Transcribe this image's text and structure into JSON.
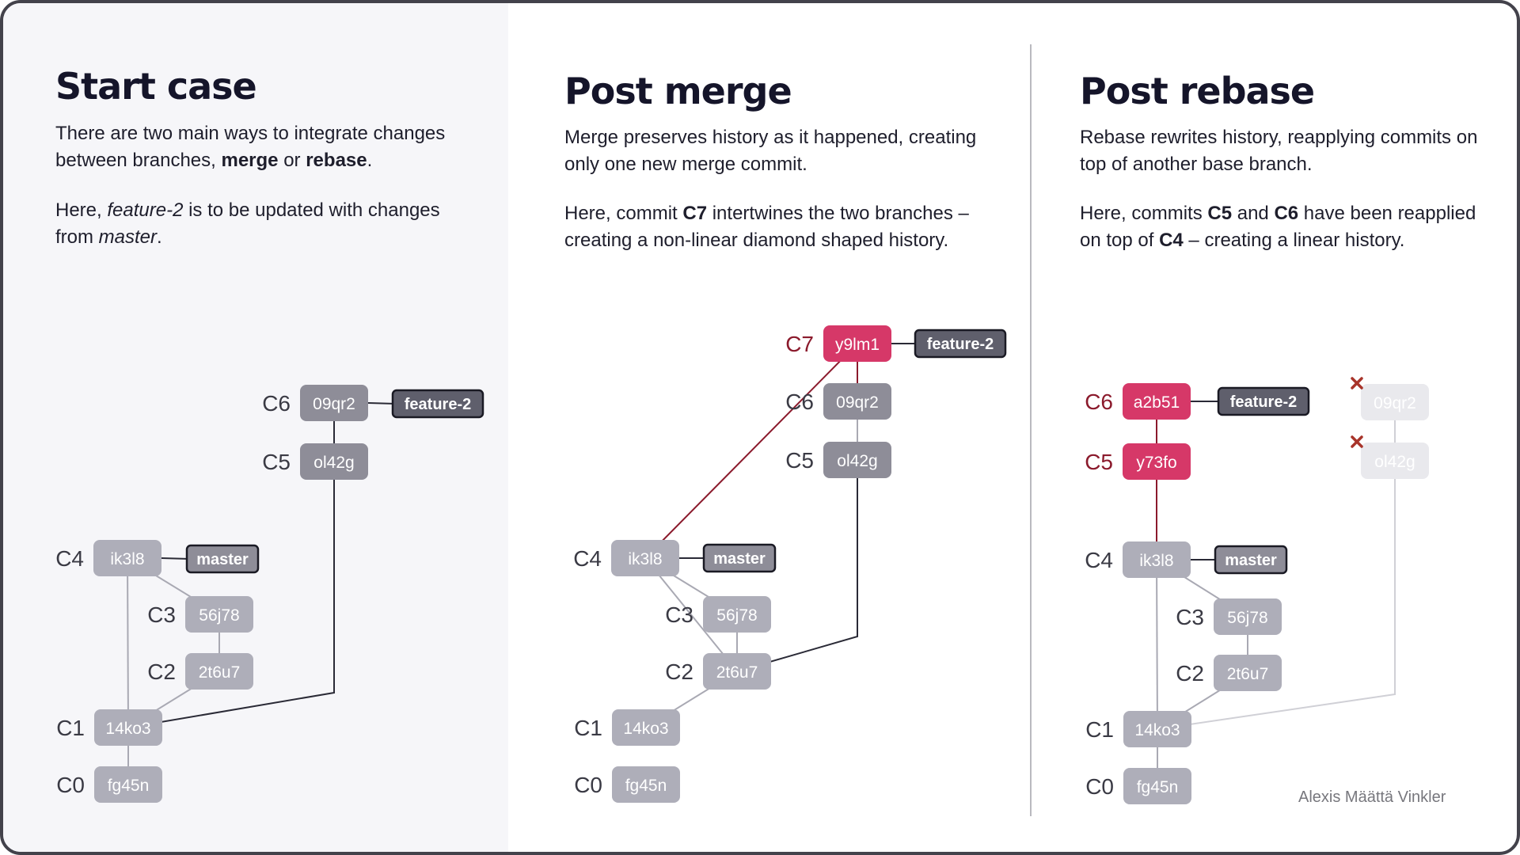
{
  "panels": [
    {
      "title": "Start case",
      "p1": [
        "There are two main ways to integrate changes between branches, ",
        "merge",
        " or ",
        "rebase",
        "."
      ],
      "p2": [
        "Here, ",
        "feature-2",
        " is to be updated with changes from ",
        "master",
        "."
      ]
    },
    {
      "title": "Post merge",
      "p1": [
        "Merge preserves history as it happened, creating only one new merge commit."
      ],
      "p2": [
        "Here, commit ",
        "C7",
        " intertwines the two branches – creating a non-linear diamond shaped history."
      ]
    },
    {
      "title": "Post rebase",
      "p1": [
        "Rebase rewrites history, reapplying commits on top of another base branch."
      ],
      "p2": [
        "Here, commits ",
        "C5",
        " and ",
        "C6",
        " have been reapplied on top of ",
        "C4",
        " – creating a linear history."
      ]
    }
  ],
  "graphs": [
    {
      "commits": [
        {
          "id": "C6",
          "hash": "09qr2",
          "style": "normal"
        },
        {
          "id": "C5",
          "hash": "ol42g",
          "style": "normal"
        },
        {
          "id": "C4",
          "hash": "ik3l8",
          "style": "light"
        },
        {
          "id": "C3",
          "hash": "56j78",
          "style": "light"
        },
        {
          "id": "C2",
          "hash": "2t6u7",
          "style": "light"
        },
        {
          "id": "C1",
          "hash": "14ko3",
          "style": "light"
        },
        {
          "id": "C0",
          "hash": "fg45n",
          "style": "light"
        }
      ],
      "branches": [
        {
          "name": "feature-2",
          "style": "dark",
          "on": "C6"
        },
        {
          "name": "master",
          "style": "gray",
          "on": "C4"
        }
      ]
    },
    {
      "commits": [
        {
          "id": "C7",
          "hash": "y9lm1",
          "style": "red"
        },
        {
          "id": "C6",
          "hash": "09qr2",
          "style": "normal"
        },
        {
          "id": "C5",
          "hash": "ol42g",
          "style": "normal"
        },
        {
          "id": "C4",
          "hash": "ik3l8",
          "style": "light"
        },
        {
          "id": "C3",
          "hash": "56j78",
          "style": "light"
        },
        {
          "id": "C2",
          "hash": "2t6u7",
          "style": "light"
        },
        {
          "id": "C1",
          "hash": "14ko3",
          "style": "light"
        },
        {
          "id": "C0",
          "hash": "fg45n",
          "style": "light"
        }
      ],
      "branches": [
        {
          "name": "feature-2",
          "style": "dark",
          "on": "C7"
        },
        {
          "name": "master",
          "style": "gray",
          "on": "C4"
        }
      ]
    },
    {
      "commits": [
        {
          "id": "C6",
          "hash": "a2b51",
          "style": "red"
        },
        {
          "id": "C5",
          "hash": "y73fo",
          "style": "red"
        },
        {
          "id": "C4",
          "hash": "ik3l8",
          "style": "light"
        },
        {
          "id": "C3",
          "hash": "56j78",
          "style": "light"
        },
        {
          "id": "C2",
          "hash": "2t6u7",
          "style": "light"
        },
        {
          "id": "C1",
          "hash": "14ko3",
          "style": "light"
        },
        {
          "id": "C0",
          "hash": "fg45n",
          "style": "light"
        },
        {
          "id": "",
          "hash": "09qr2",
          "style": "ghost",
          "removed": true
        },
        {
          "id": "",
          "hash": "ol42g",
          "style": "ghost",
          "removed": true
        }
      ],
      "branches": [
        {
          "name": "feature-2",
          "style": "dark",
          "on": "C6"
        },
        {
          "name": "master",
          "style": "gray",
          "on": "C4"
        }
      ]
    }
  ],
  "colors": {
    "commit_normal": "#8e8d98",
    "commit_light": "#aeaeb9",
    "commit_red": "#d63868",
    "commit_ghost": "#e9e9ed",
    "branch_dark": "#5f5f6c",
    "branch_gray": "#8e8d98",
    "label_red": "#8b1a2c",
    "label_gray": "#3a3a44",
    "line_dark": "#2a2a36",
    "line_light": "#a9a9b3",
    "line_red": "#8b1a2c",
    "remove_mark": "#a8342a"
  },
  "credit": "Alexis Määttä Vinkler"
}
